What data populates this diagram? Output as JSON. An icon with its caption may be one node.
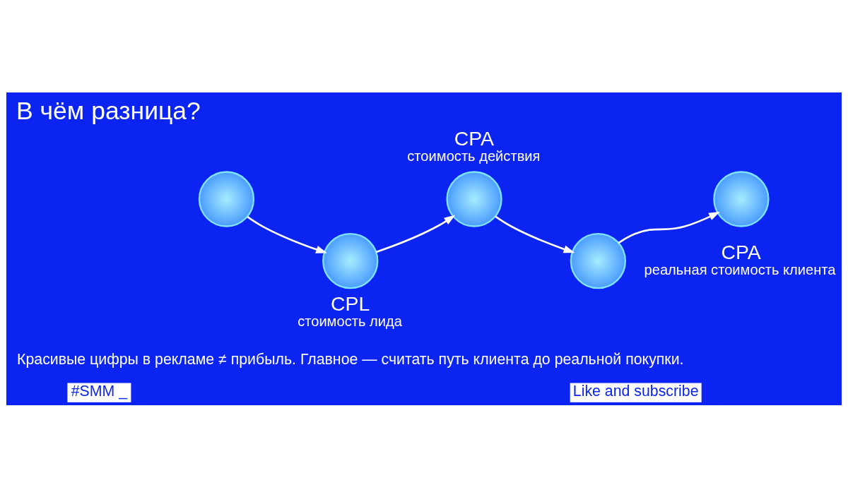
{
  "diagram": {
    "title": "В чём разница?",
    "nodes": [
      {
        "text": [],
        "shape": "picture"
      },
      {
        "text": [],
        "shape": "picture",
        "beside": [
          "CPL",
          "стоимость лида"
        ]
      },
      {
        "text": [],
        "shape": "picture",
        "beside": [
          "CPA",
          "стоимость действия"
        ]
      },
      {
        "text": [],
        "shape": "picture"
      },
      {
        "text": [],
        "shape": "picture",
        "beside": [
          "CPA",
          "реальная стоимость клиента"
        ]
      }
    ],
    "edges": [
      {
        "from": 0,
        "to": 1,
        "arrow": "to"
      },
      {
        "from": 1,
        "to": 2,
        "arrow": "to"
      },
      {
        "from": 2,
        "to": 3,
        "arrow": "to"
      },
      {
        "from": 3,
        "to": 4,
        "arrow": "to"
      }
    ],
    "labels": [
      "Красивые цифры в рекламе ≠ прибыль. Главное — считать путь клиента до реальной покупки.",
      "#SMM _",
      "Like and subscribe"
    ]
  }
}
